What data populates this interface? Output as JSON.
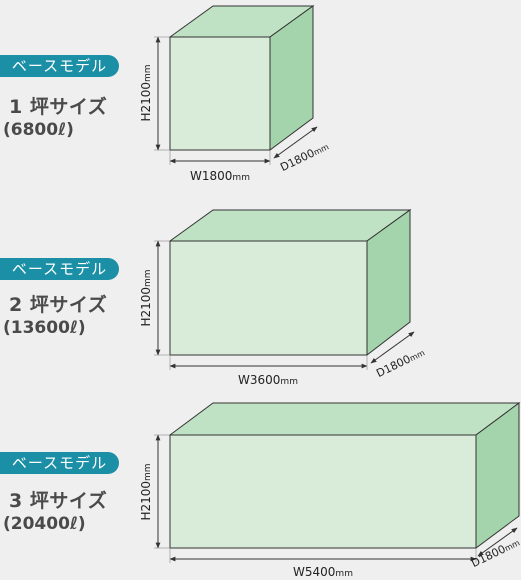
{
  "colors": {
    "badge": "#1b8fa6",
    "front_face": "#d9ecd9",
    "top_face": "#c0e2c4",
    "side_face": "#a4d4ab",
    "outline": "#333333",
    "text": "#4a4a4a"
  },
  "unit": "mm",
  "items": [
    {
      "badge": "ベースモデル",
      "size_name": "1 坪サイズ",
      "volume": "(6800ℓ)",
      "height_label": "H2100",
      "width_label": "W1800",
      "depth_label": "D1800"
    },
    {
      "badge": "ベースモデル",
      "size_name": "2 坪サイズ",
      "volume": "(13600ℓ)",
      "height_label": "H2100",
      "width_label": "W3600",
      "depth_label": "D1800"
    },
    {
      "badge": "ベースモデル",
      "size_name": "3 坪サイズ",
      "volume": "(20400ℓ)",
      "height_label": "H2100",
      "width_label": "W5400",
      "depth_label": "D1800"
    }
  ]
}
